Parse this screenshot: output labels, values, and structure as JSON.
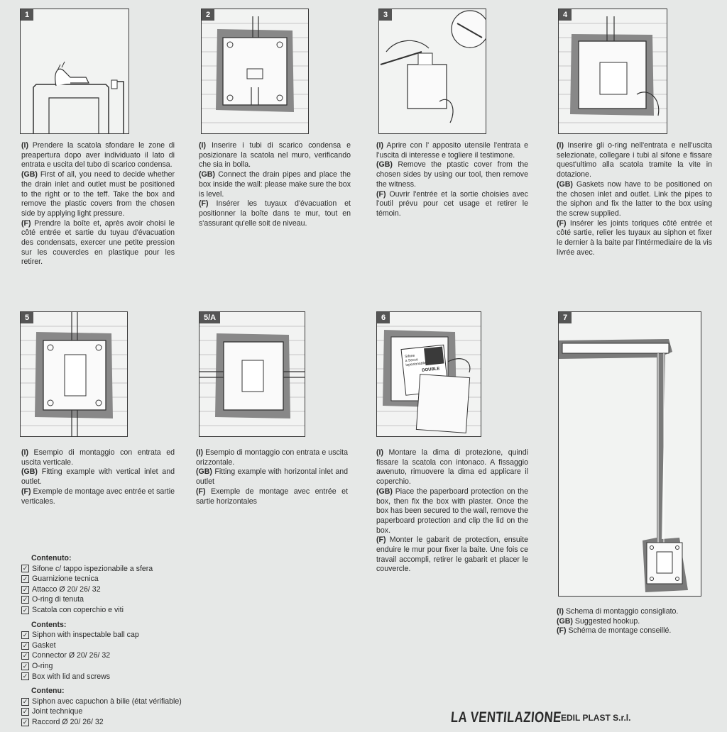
{
  "steps": [
    {
      "num": "1",
      "it": "Prendere la scatola sfondare le zone di preapertura dopo aver individuato il lato di entrata e uscita del tubo di scarico condensa.",
      "gb": "First of all, you need to decide whether the drain inlet and outlet must be positioned to the right or to the teff. Take the box and remove the plastic covers from the chosen side by applying light pressure.",
      "fr": "Prendre la boîte et, après avoir choisi le côté entrée et sartie du tuyau d'évacuation des condensats, exercer une petite pression sur les couvercles en plastique pour les retirer."
    },
    {
      "num": "2",
      "it": "Inserire i tubi di scarico condensa e posizionare la scatola nel muro, verificando che sia in bolla.",
      "gb": "Connect the drain pipes and place the box inside the wall: please make sure the box is level.",
      "fr": "Insérer les tuyaux d'évacuation et positionner la boîte dans te mur, tout en s'assurant qu'elle soit de niveau."
    },
    {
      "num": "3",
      "it": "Aprire con l' apposito utensile l'entrata e l'uscita di interesse e togliere il testimone.",
      "gb": "Remove the ptastic cover from the chosen sides by using our tool, then remove the witness.",
      "fr": "Ouvrir l'entrée et la sortie choisies avec l'outil prévu pour cet usage et retirer le témoin."
    },
    {
      "num": "4",
      "it": "Inserire gli o-ring nell'entrata e nell'uscita selezionate, collegare i tubi al sifone e fissare quest'ultimo alla scatola tramite la vite in dotazione.",
      "gb": "Gaskets now have to be positioned on the chosen inlet and outlet. Link the pipes to the siphon and fix the latter to the box using the screw supplied.",
      "fr": "Insérer les joints toriques côté entrée et côté sartie, relier les tuyaux au siphon et fixer le dernier à la baite par l'intérmediaire de la vis livrée avec."
    },
    {
      "num": "5",
      "it": "Esempio di montaggio con entrata ed uscita verticale.",
      "gb": "Fitting example with vertical inlet and outlet.",
      "fr": "Exemple de montage avec entrée et sartie verticales."
    },
    {
      "num": "5/A",
      "it": "Esempio di montaggio con entrata e uscita orizzontale.",
      "gb": "Fitting example with horizontal inlet and outlet",
      "fr": "Exemple de montage avec entrée et sartie horizontales"
    },
    {
      "num": "6",
      "it": "Montare la dima di protezione, quindi fissare la scatola con intonaco. A fissaggio awenuto, rimuovere la dima ed applicare il coperchio.",
      "gb": "Piace the paperboard protection on the box, then fix the box with plaster. Once the box has been secured to the wall, remove the paperboard protection and clip the lid on the box.",
      "fr": "Monter le gabarit de protection, ensuite enduire le mur pour fixer la baite. Une fois ce travail accompli, retirer le gabarit et placer le couvercle."
    },
    {
      "num": "7",
      "it": "Schema di montaggio consigliato.",
      "gb": "Suggested hookup.",
      "fr": "Schéma de montage conseillé."
    }
  ],
  "labels": {
    "it": "(I)",
    "gb": "(GB)",
    "fr": "(F)"
  },
  "fig_text": {
    "card_line1": "Sifone",
    "card_line2": "a Secco",
    "card_line3": "Ispezionabile",
    "card_double": "DOUBLE"
  },
  "contents": [
    {
      "title": "Contenuto:",
      "items": [
        "Sifone c/ tappo ispezionabile a sfera",
        "Guarnizione tecnica",
        "Attacco Ø 20/ 26/ 32",
        "O-ring di tenuta",
        "Scatola con coperchio e viti"
      ]
    },
    {
      "title": "Contents:",
      "items": [
        "Siphon with inspectable ball cap",
        "Gasket",
        "Connector Ø 20/ 26/ 32",
        "O-ring",
        "Box with lid and screws"
      ]
    },
    {
      "title": "Contenu:",
      "items": [
        "Siphon avec capuchon à bilie (état vérifiable)",
        "Joint technique",
        "Raccord Ø 20/ 26/ 32"
      ]
    }
  ],
  "brand": "LA VENTILAZIONE",
  "company": "EDIL PLAST S.r.l."
}
